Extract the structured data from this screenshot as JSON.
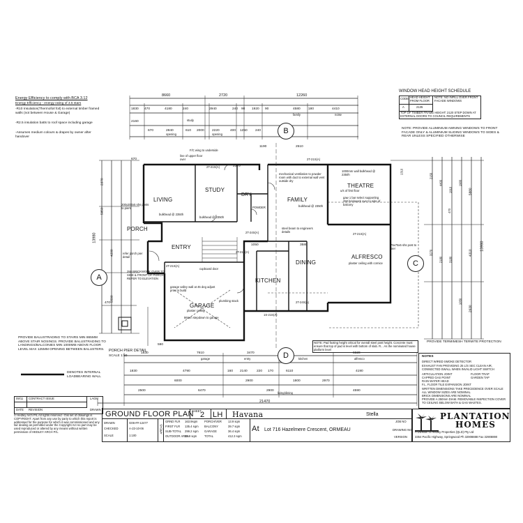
{
  "window_head": {
    "title": "WINDOW HEAD HEIGHT SCHEDULE",
    "headers": [
      "CODE",
      "HEAD HEIGHT FROM FLOOR",
      "NOTE: NO INFILL OVER FRONT FACADE WINDOWS"
    ],
    "row_code": "A",
    "row_height": "2135",
    "notes": "TOP OF TIMBER FRAME HEIGHT: 2120 STEP DOWN AT EXTERNAL DOORS TO COUNCIL REQUIREMENTS",
    "awning_note": "NOTE: PROVIDE ALUMINIUM AWNING WINDOWS TO FRONT FACADE ONLY & ALUMINIUM SLIDING WINDOWS TO SIDES & REAR UNLESS SPECIFIED OTHERWISE"
  },
  "energy": {
    "title": "Energy Efficiency to comply with BCA 3.12",
    "subtitle": "Energy Efficiency - energy rating of 3.5 stars",
    "line1": "-R10 Insulation(Thermofoil foil) to external timber framed walls (not between House & Garage)",
    "line2": "-R2.5 insulation batts to roof space including garage",
    "line3": "-Assumes medium colours & drapes by owner after handover"
  },
  "rooms": {
    "living": "LIVING",
    "study": "STUDY",
    "dry": "DRY",
    "powder": "POWDER",
    "family": "FAMILY",
    "theatre": "THEATRE",
    "porch": "PORCH",
    "entry": "ENTRY",
    "alfresco": "ALFRESCO",
    "kitchen": "KITCHEN",
    "dining": "DINING",
    "garage": "GARAGE"
  },
  "room_notes": {
    "living_bulkhead": "bulkhead @ 2350h",
    "study_bulkhead": "bulkhead @ 2350h",
    "family_bulkhead": "bulkhead @ 2350h",
    "theatre_note": "1000mm wall bulkhead @ 2350h",
    "theatre_note2": "u/s of first floor",
    "theatre_beam": "gaw 1 bar select supporting 250 brickwork over to side of balcony",
    "family_mech": "mechanical ventilation to powder room with duct to external wall vent outside dry",
    "alfresco_note": "plaster ceiling with cornice",
    "garage_note": "plaster ceiling",
    "garage_step": "86mm stepdown to garage",
    "garage_cutout": "garage valley wall at 45 deg adjust prior to build",
    "steel_beam": "steel beam to engineers details",
    "plumbing": "plumbing stack",
    "cupboard": "cupboard door",
    "porch_note": "200x200x5 shs posts to piers",
    "porch_refer": "refer porch pier detail",
    "brickwork": "250 BRICKWORK OVER TO SIDE & FRONT OF PORCH REFER TO ELEVATION",
    "fc_wing": "F/C wing to underside",
    "line_upper": "line of upper floor over",
    "post": "75x75x5 shs post to pier"
  },
  "dims": {
    "top_1": "8660",
    "top_2": "2720",
    "top_3": "12260",
    "top_row": [
      "1830",
      "470",
      "4180",
      "240",
      "2940",
      "240",
      "90",
      "1920",
      "90",
      "4580",
      "180",
      "4410"
    ],
    "top_row2": [
      "2160",
      "670",
      "2840",
      "610",
      "2000",
      "2220",
      "400",
      "1250",
      "240"
    ],
    "top_labels": [
      "opening",
      "study",
      "opening",
      "family",
      "noise"
    ],
    "mid": [
      "1190",
      "2510",
      "670",
      "3580",
      "1050",
      "2370"
    ],
    "bottom_1": [
      "7610",
      "3470",
      "240",
      "6620"
    ],
    "bottom_labels": [
      "garage",
      "entry",
      "kitchen",
      "alfresco"
    ],
    "bottom_2": [
      "1830",
      "4790",
      "160",
      "2140",
      "220",
      "170",
      "6110",
      "4190"
    ],
    "bottom_3": [
      "6000",
      "2900",
      "1800",
      "2970"
    ],
    "bottom_4": [
      "2500",
      "6470",
      "2900",
      "4590"
    ],
    "bottom_total": "21470",
    "bottom_label_total": "living/dining",
    "left_total": "13980",
    "left_row": [
      "2370",
      "5850",
      "4200",
      "5590"
    ],
    "right_total": "13980",
    "right_row": [
      "5880",
      "4310",
      "2630"
    ],
    "right_small": [
      "1310",
      "2150",
      "4400",
      "3270",
      "2180",
      "1910",
      "470",
      "1900",
      "3180",
      "1050"
    ],
    "porch_pier": [
      "470",
      "590",
      "1830"
    ],
    "porch_pier_detail": "PORCH PIER DETAIL",
    "porch_pier_scale": "SCALE 1:50"
  },
  "markers": {
    "a": "A",
    "b": "B",
    "c": "C",
    "d": "D"
  },
  "wall_labels": [
    "2T-21S(A)",
    "2T-21S(A)",
    "2T-21S(A)",
    "2T-24S(A)",
    "1S-21S(A)",
    "2T-21S(A)",
    "2T-21S(A)",
    "2T-24S(A)"
  ],
  "balustrade": "PROVIDE BALUSTRADING TO STAIRS MIN 865MM ABOVE STAIR NOSINGS. PROVIDE BALUSTRADING TO LANDINGS/BALCONIES MIN 1000MM ABOVE FLOOR LEVEL MAX 125MM OPENING BETWEEN BALUSTERS.",
  "legend_wall": "DENOTES INTERNAL LOADBEARING WALL",
  "termite": "PROVIDE TERMIMESH TERMITE PROTECTION",
  "slab_note": "NOTE: Pad footing height critical for overall steel post height. Concrete must ensure that top of pad is level with bottom of slab. R... As the nominated house platform level",
  "revisions": {
    "headers": [
      "DATE",
      "REVISION",
      "DRAWN"
    ],
    "row1": [
      "09/11",
      "CONTRACT ISSUE",
      "LAGM"
    ],
    "row2": [
      "",
      "",
      ""
    ]
  },
  "copyright": "© Hedley Arch P/L  All rights reserved - this set of drawings is COPYRIGHT. Apart from any use by party to which this report is addressed for the purpose for which it was commissioned and any fair dealing as permitted under the Copyright Act no part may be used reproduced or altered by any means without written permission of HEDLEY ARCH P/L.",
  "title_block": {
    "plan_title": "GROUND FLOOR PLAN",
    "sheet_label": "SHEET",
    "sheet_number": "2",
    "orientation": "LH",
    "drawn_label": "DRAWN",
    "drawn_value": "G06-##-12477",
    "checked_label": "CHECKED",
    "checked_value": "A-23-10-06",
    "scale_label": "SCALE",
    "scale_value": "1:100",
    "areas_label": "AREAS",
    "area_rows": [
      [
        "GRND FLR",
        "163.9sqm",
        "PORCH/VER",
        "13.9 sqm"
      ],
      [
        "FIRST FLR",
        "135.4 sqm",
        "BALCONY",
        "39.7 sqm"
      ],
      [
        "SUB-TOTAL",
        "299.2 sqm",
        "GARAGE",
        "36.4 sqm"
      ],
      [
        "OUTDOOR AREA",
        "35.9 sqm",
        "TOTAL",
        "412.3 sqm"
      ]
    ],
    "design": "Havana",
    "facade": "Stella",
    "lot_prefix": "At",
    "lot": "Lot  716  Hazelmere  Crescent,  ORMEAU",
    "job_labels": [
      "JOB NO",
      "",
      "DRAWING NO",
      "",
      "VERSION"
    ]
  },
  "brand": {
    "name_line1": "PLANTATION",
    "name_line2": "HOMES",
    "sub": "A Division of Hedley Properties (QLD) Pty Ltd",
    "address": "3354 Pacific Highway, Springwood  Ph 32908888  Fax 32908890"
  },
  "notes_legend": {
    "title": "NOTES",
    "items": [
      "DIRECT WIRED SMOKE DETECTOR",
      "EXHAUST FAN PROVIDING 25 L/S SEC CLEAN AIR, CONNECTED SWALL WHEN INVALID LIGHT SWITCH",
      "ARTICULATION JOINT",
      "FLOOR TRAP",
      "CAPPED GAS POINT",
      "GARDEN TAP",
      "RAIN WATER HEAD",
      "F.L. FLOOR TILE EXPANSION JOINT",
      "WRITTEN DIMENSIONS TAKE PRECEDENCE OVER SCALE",
      "ALL WINDOW SIZES ARE NOMINAL",
      "BRICK DIMENSIONS ARE NOMINAL",
      "PROVIDE A 250mm DIAM. REMOVABLE INSPECTION COVER TO CEILING BELOW BATH & GAS WASTES."
    ]
  }
}
